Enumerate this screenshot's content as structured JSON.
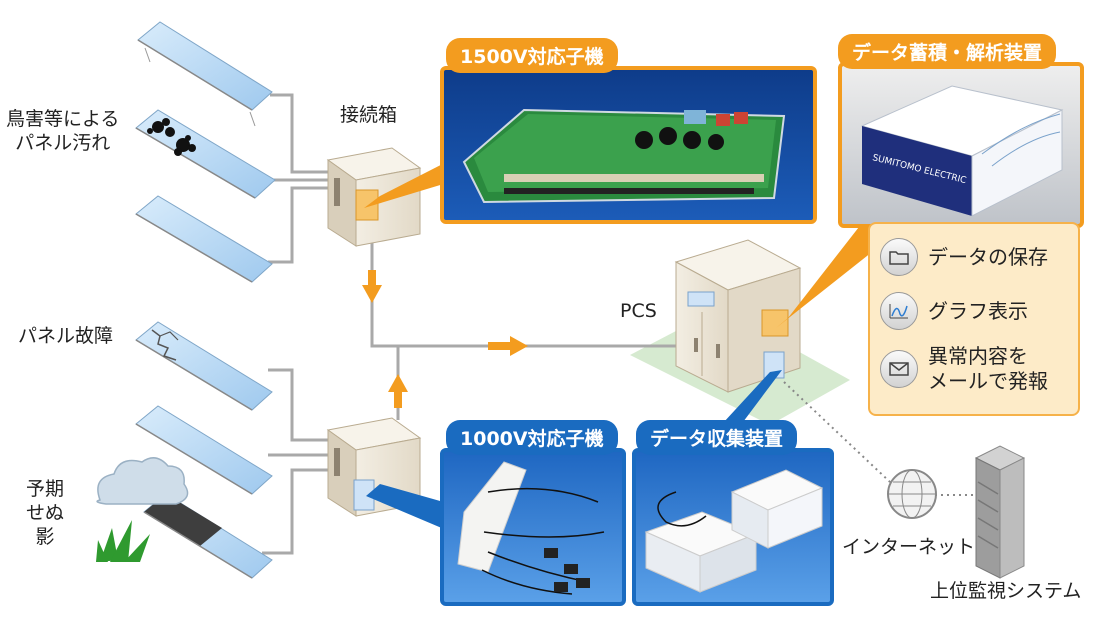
{
  "labels": {
    "bird_dirt": "鳥害等による\nパネル汚れ",
    "panel_fault": "パネル故障",
    "shadow": "予期\nせぬ\n影",
    "junction_box": "接続箱",
    "pcs": "PCS",
    "internet": "インターネット",
    "host_system": "上位監視システム"
  },
  "tags": {
    "slave_1500": "1500V対応子機",
    "storage_analysis": "データ蓄積・解析装置",
    "slave_1000": "1000V対応子機",
    "data_collection": "データ収集装置"
  },
  "photo_text": {
    "brand": "SUMITOMO ELECTRIC"
  },
  "features": [
    {
      "label": "データの保存",
      "icon": "folder-icon"
    },
    {
      "label": "グラフ表示",
      "icon": "graph-icon"
    },
    {
      "label": "異常内容を\nメールで発報",
      "icon": "mail-icon"
    }
  ],
  "colors": {
    "orange": "#f39c1f",
    "blue": "#1a6bc0",
    "panel_fill": "#fdebc8",
    "wire": "#a9a9a9",
    "cabinet": "#ede5d6",
    "ground": "#cfe6c8"
  }
}
